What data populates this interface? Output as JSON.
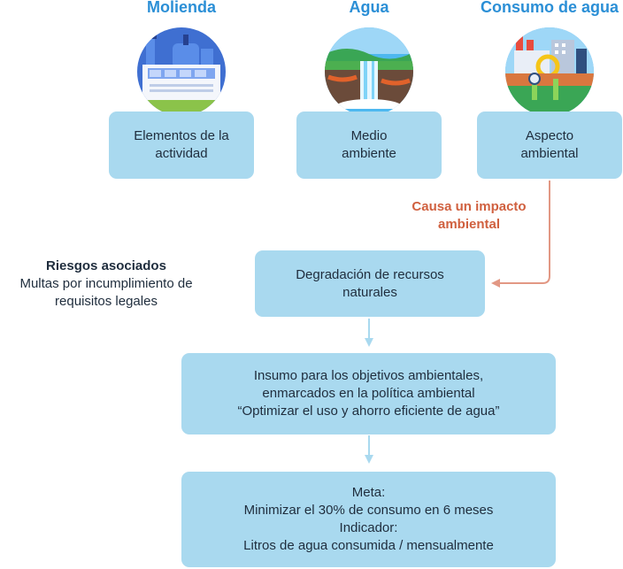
{
  "headers": [
    "Molienda",
    "Agua",
    "Consumo de agua"
  ],
  "top_boxes": [
    "Elementos de la\nactividad",
    "Medio\nambiente",
    "Aspecto\nambiental"
  ],
  "impact_label": "Causa un impacto\nambiental",
  "risk": {
    "title": "Riesgos asociados",
    "text": "Multas por incumplimiento de\nrequisitos legales"
  },
  "flow_boxes": [
    "Degradación de recursos\nnaturales",
    "Insumo para los objetivos ambientales,\nenmarcados en la política ambiental\n“Optimizar el uso y ahorro eficiente de agua”",
    "Meta:\nMinimizar el 30% de consumo en 6 meses\nIndicador:\nLitros de agua consumida / mensualmente"
  ],
  "icons": [
    "factory-icon",
    "waterfall-icon",
    "water-consumption-plant-icon"
  ],
  "colors": {
    "header": "#2b8fd6",
    "box_fill": "#a9d9ef",
    "impact_arrow": "#e29884",
    "flow_arrow": "#a9d9ef",
    "impact_text": "#d0603f"
  }
}
